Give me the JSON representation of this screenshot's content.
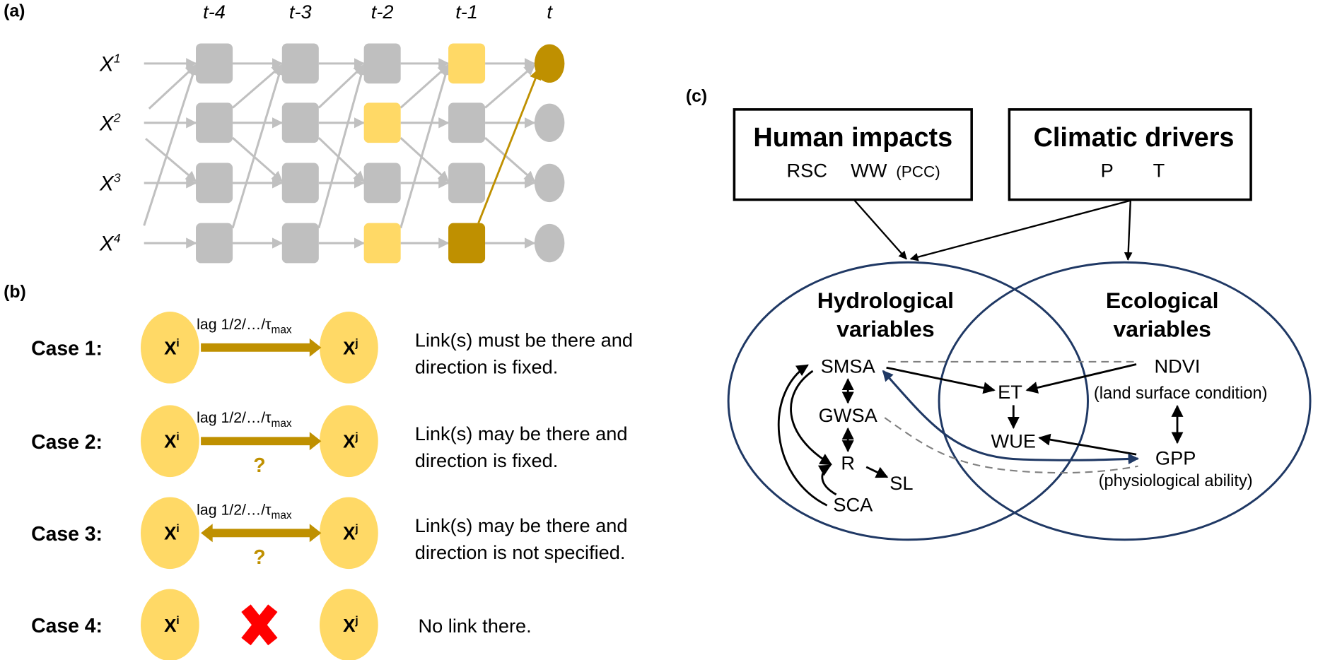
{
  "figure": {
    "colors": {
      "grey_node": "#bfbfbf",
      "grey_edge": "#c0c0c0",
      "light_yellow": "#ffd966",
      "gold": "#bf9000",
      "navy": "#1f3864",
      "black": "#000000",
      "dash_grey": "#808080",
      "red_cross": "#ff0000"
    },
    "panel_a": {
      "label": "(a)",
      "time_labels": [
        "t-4",
        "t-3",
        "t-2",
        "t-1",
        "t"
      ],
      "variables": [
        {
          "base": "X",
          "sup": "1"
        },
        {
          "base": "X",
          "sup": "2"
        },
        {
          "base": "X",
          "sup": "3"
        },
        {
          "base": "X",
          "sup": "4"
        }
      ],
      "node_states": [
        [
          "grey",
          "grey",
          "grey",
          "light_yellow",
          "gold_target"
        ],
        [
          "grey",
          "grey",
          "light_yellow",
          "grey",
          "grey_target"
        ],
        [
          "grey",
          "grey",
          "grey",
          "grey",
          "grey_target"
        ],
        [
          "grey",
          "grey",
          "light_yellow",
          "gold",
          "grey_target"
        ]
      ],
      "edge_types": [
        {
          "name": "autoregressive",
          "from_var": 0,
          "to_var": 0,
          "lag": 1
        },
        {
          "name": "autoregressive",
          "from_var": 1,
          "to_var": 1,
          "lag": 1
        },
        {
          "name": "autoregressive",
          "from_var": 2,
          "to_var": 2,
          "lag": 1
        },
        {
          "name": "autoregressive",
          "from_var": 3,
          "to_var": 3,
          "lag": 1
        },
        {
          "name": "cross",
          "from_var": 1,
          "to_var": 0,
          "lag": 1
        },
        {
          "name": "cross",
          "from_var": 1,
          "to_var": 2,
          "lag": 1
        },
        {
          "name": "cross",
          "from_var": 3,
          "to_var": 0,
          "lag": 1
        }
      ],
      "highlighted_edge": {
        "from_var": 3,
        "from_time": "t-1",
        "to_var": 0,
        "to_time": "t"
      }
    },
    "panel_b": {
      "label": "(b)",
      "node_i": {
        "base": "X",
        "sup": "i"
      },
      "node_j": {
        "base": "X",
        "sup": "j"
      },
      "lag_text": "lag 1/2/…/τ",
      "lag_sub": "max",
      "question_mark": "?",
      "cases": [
        {
          "label": "Case 1:",
          "link": "directed",
          "uncertain": false,
          "desc": [
            "Link(s) must be there and",
            "direction is fixed."
          ]
        },
        {
          "label": "Case 2:",
          "link": "directed",
          "uncertain": true,
          "desc": [
            "Link(s) may be there and",
            "direction is fixed."
          ]
        },
        {
          "label": "Case 3:",
          "link": "bidirectional",
          "uncertain": true,
          "desc": [
            "Link(s) may be there and",
            "direction is not specified."
          ]
        },
        {
          "label": "Case 4:",
          "link": "none",
          "uncertain": false,
          "desc": [
            "No link there."
          ]
        }
      ]
    },
    "panel_c": {
      "label": "(c)",
      "human_box": {
        "title": "Human impacts",
        "items": [
          "RSC",
          "WW"
        ],
        "items_note": "(PCC)"
      },
      "climate_box": {
        "title": "Climatic drivers",
        "items": [
          "P",
          "T"
        ]
      },
      "hydro_title": [
        "Hydrological",
        "variables"
      ],
      "eco_title": [
        "Ecological",
        "variables"
      ],
      "hydro_vars": [
        "SMSA",
        "GWSA",
        "R",
        "SL",
        "SCA"
      ],
      "shared_vars": [
        "ET",
        "WUE"
      ],
      "eco_vars": [
        {
          "name": "NDVI",
          "note": "(land surface condition)"
        },
        {
          "name": "GPP",
          "note": "(physiological ability)"
        }
      ],
      "links": [
        {
          "from": "SMSA",
          "to": "ET",
          "style": "solid"
        },
        {
          "from": "NDVI",
          "to": "ET",
          "style": "solid"
        },
        {
          "from": "ET",
          "to": "WUE",
          "style": "solid"
        },
        {
          "from": "GPP",
          "to": "WUE",
          "style": "solid"
        },
        {
          "from": "SMSA",
          "to": "GWSA",
          "style": "double"
        },
        {
          "from": "GWSA",
          "to": "R",
          "style": "double"
        },
        {
          "from": "NDVI",
          "to": "GPP",
          "style": "double"
        },
        {
          "from": "R",
          "to": "SL",
          "style": "solid"
        },
        {
          "from": "SMSA",
          "to": "R",
          "style": "solid-curved"
        },
        {
          "from": "SCA",
          "to": "SMSA",
          "style": "solid-curved"
        },
        {
          "from": "SCA",
          "to": "R",
          "style": "solid-curved"
        },
        {
          "from": "SMSA",
          "to": "GPP",
          "style": "navy-bidirectional"
        },
        {
          "from": "SMSA",
          "to": "NDVI",
          "style": "dashed"
        },
        {
          "from": "GWSA",
          "to": "GPP",
          "style": "dashed"
        },
        {
          "from": "Human impacts",
          "to": "Hydrological variables",
          "style": "solid"
        },
        {
          "from": "Climatic drivers",
          "to": "Hydrological variables",
          "style": "solid"
        },
        {
          "from": "Climatic drivers",
          "to": "Ecological variables",
          "style": "solid"
        }
      ]
    }
  }
}
